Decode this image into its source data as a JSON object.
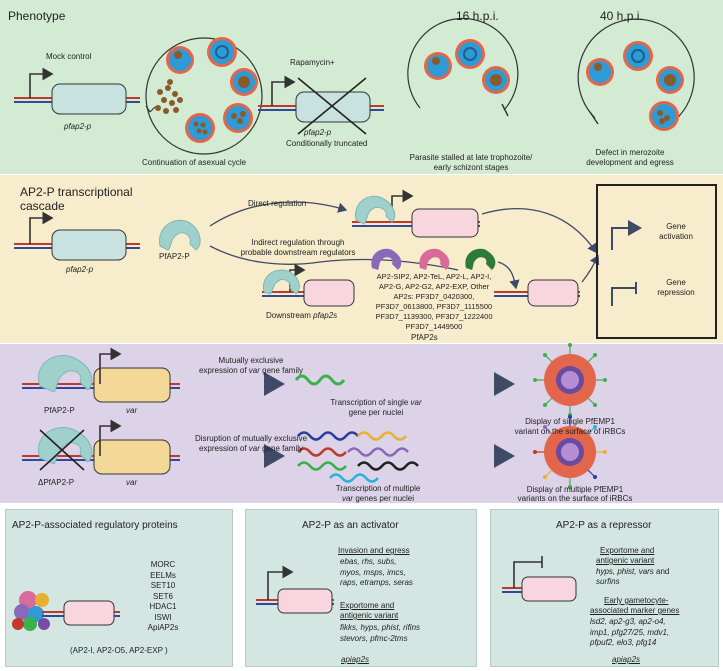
{
  "phenotype": {
    "title": "Phenotype",
    "mock_control": "Mock control",
    "gene_label": "pfap2-p",
    "continuation": "Continuation of asexual cycle",
    "rapamycin": "Rapamycin+",
    "gene_label_truncated": "pfap2-p",
    "conditionally_truncated": "Conditionally truncated",
    "hpi16": "16 h.p.i.",
    "hpi40": "40 h.p.i.",
    "stalled_line1": "Parasite stalled at late trophozoite/",
    "stalled_line2": "early schizont stages",
    "defect_line1": "Defect in merozoite",
    "defect_line2": "development and egress"
  },
  "cascade": {
    "title_line1": "AP2-P transcriptional",
    "title_line2": "cascade",
    "gene_label": "pfap2-p",
    "protein_label": "PfAP2-P",
    "direct": "Direct regulation",
    "indirect_line1": "Indirect regulation through",
    "indirect_line2": "probable downstream regulators",
    "downstream_prefix": "Downstream ",
    "downstream_gene": "pfap2s",
    "ap2_list": [
      "AP2-SIP2, AP2-TeL, AP2-L, AP2-I,",
      "AP2-G, AP2-G2, AP2-EXP, Other",
      "AP2s: PF3D7_0420300,",
      "PF3D7_0613800, PF3D7_1115500",
      "PF3D7_1139300, PF3D7_1222400",
      "PF3D7_1449500"
    ],
    "pfap2s": "PfAP2s",
    "activation_line1": "Gene",
    "activation_line2": "activation",
    "repression_line1": "Gene",
    "repression_line2": "repression"
  },
  "var": {
    "protein_label": "PfAP2-P",
    "gene_label": "var",
    "me_line1": "Mutually exclusive",
    "me_line2_prefix": "expression of ",
    "me_line2_italic": "var",
    "me_line2_suffix": " gene family",
    "single_line1_prefix": "Transcription of single ",
    "single_line1_italic": "var",
    "single_line2": "gene per nuclei",
    "display_single_line1": "Display of single PfEMP1",
    "display_single_line2": "variant on the surface of iRBCs",
    "delta_protein_label": "ΔPfAP2-P",
    "delta_gene_label": "var",
    "disrupt_line1": "Disruption of mutually exclusive",
    "disrupt_line2_prefix": "expression of ",
    "disrupt_line2_italic": "var",
    "disrupt_line2_suffix": " gene family",
    "multi_line1": "Transcription of multiple",
    "multi_line2_italic": "var",
    "multi_line2_suffix": " genes per nuclei",
    "display_multi_line1": "Display of multiple PfEMP1",
    "display_multi_line2": "variants on the surface of iRBCs"
  },
  "regulatory": {
    "title": "AP2-P-associated regulatory proteins",
    "proteins": [
      "MORC",
      "EELMs",
      "SET10",
      "SET6",
      "HDAC1",
      "ISWI",
      "ApiAP2s",
      "(AP2-I, AP2-O5, AP2-EXP )"
    ]
  },
  "activator": {
    "title": "AP2-P as an activator",
    "invasion_title": "Invasion and egress",
    "invasion_genes": [
      "ebas, rhs, subs,",
      "myos, msps, imcs,",
      "raps, etramps, seras"
    ],
    "exportome_title_line1": "Exportome and",
    "exportome_title_line2": "antigenic variant",
    "exportome_genes": [
      "fikks, hyps, phist, rifins",
      "stevors, pfmc-2tms"
    ],
    "gene_label": "apiap2s"
  },
  "repressor": {
    "title": "AP2-P as a repressor",
    "exportome_title_line1": "Exportome and",
    "exportome_title_line2": "antigenic variant",
    "exportome_genes_line1": "hyps, phist, vars",
    "exportome_genes_and": " and",
    "exportome_genes_line2": "surfins",
    "gametocyte_title_line1": "Early gametocyte-",
    "gametocyte_title_line2": "associated marker genes",
    "gametocyte_genes": [
      "lsd2, ap2-g3, ap2-o4,",
      "imp1, pfg27/25, mdv1,",
      "pfpuf2, elo3, pfg14"
    ],
    "gene_label": "apiap2s"
  },
  "colors": {
    "green_bg": "#d4ebd3",
    "yellow_bg": "#f7eccb",
    "purple_bg": "#dcd3e8",
    "bottom_bg": "#d4e6e1",
    "gene_box": "#c8e3df",
    "var_box": "#f3d897",
    "pink_box": "#f7d6e0",
    "protein": "#9fd0cc",
    "arrow": "#3f4a66"
  }
}
